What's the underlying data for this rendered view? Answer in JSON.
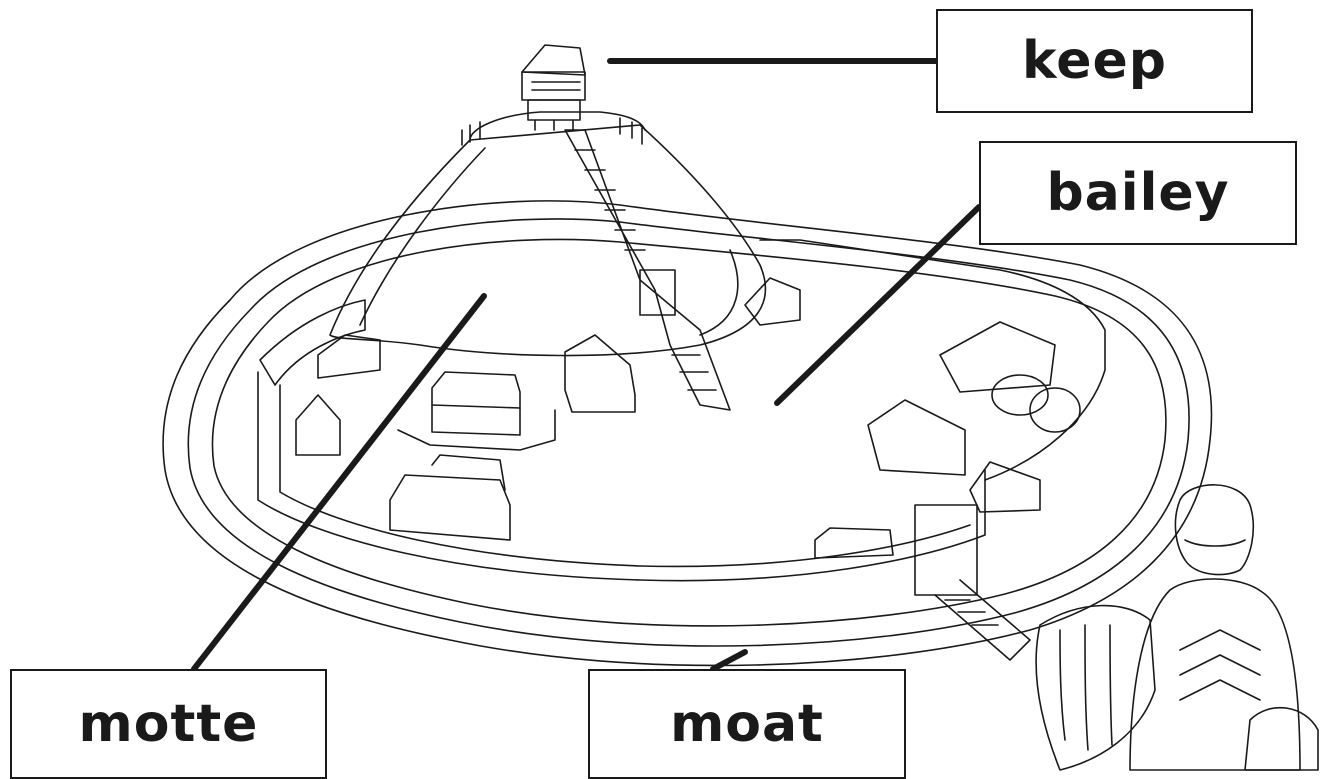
{
  "labels": {
    "keep": "keep",
    "bailey": "bailey",
    "motte": "motte",
    "moat": "moat"
  },
  "colors": {
    "ink": "#1a1a1a",
    "background": "#ffffff"
  }
}
